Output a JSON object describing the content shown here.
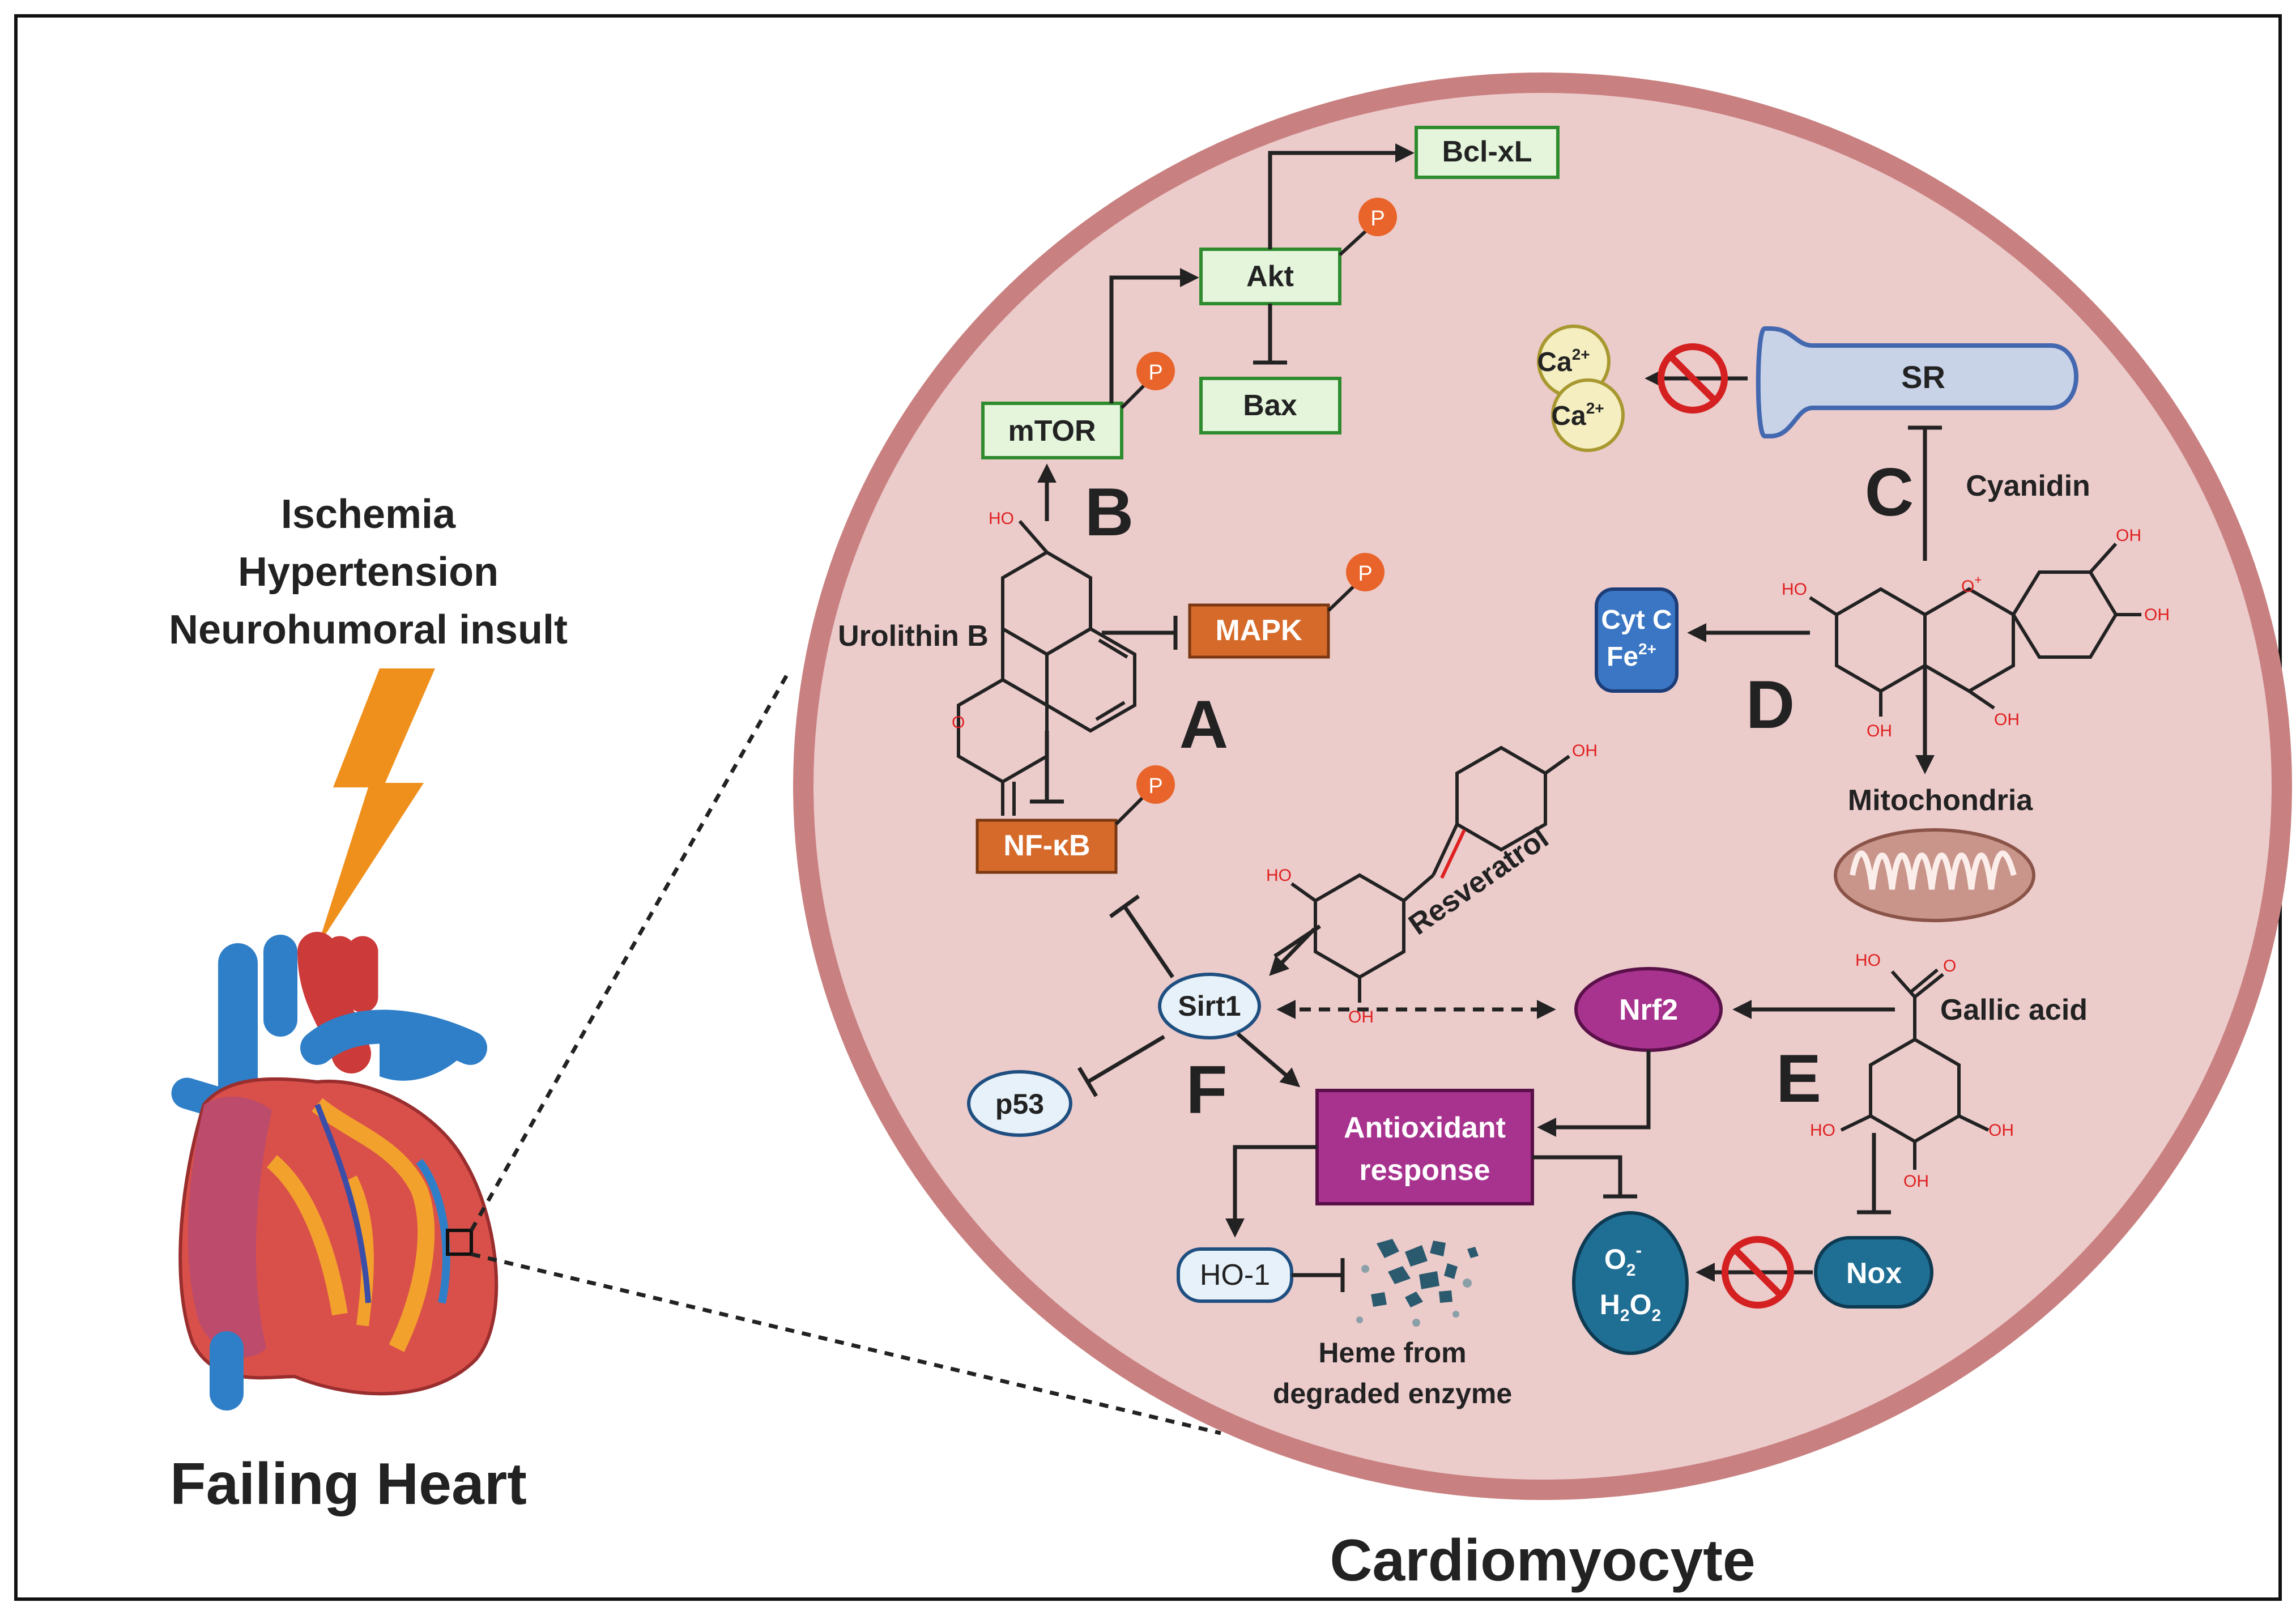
{
  "insults": [
    "Ischemia",
    "Hypertension",
    "Neurohumoral insult"
  ],
  "heart_caption": "Failing Heart",
  "cell_caption": "Cardiomyocyte",
  "section_letters": {
    "A": "A",
    "B": "B",
    "C": "C",
    "D": "D",
    "E": "E",
    "F": "F"
  },
  "nodes": {
    "bclxl": "Bcl-xL",
    "akt": "Akt",
    "bax": "Bax",
    "mtor": "mTOR",
    "mapk": "MAPK",
    "nfkb": "NF-κB",
    "sr": "SR",
    "ca1": "Ca",
    "ca2": "Ca",
    "ca_sup": "2+",
    "cytc_line1": "Cyt C",
    "cytc_line2": "Fe",
    "cytc_sup": "2+",
    "sirt1": "Sirt1",
    "nrf2": "Nrf2",
    "p53": "p53",
    "antiox_line1": "Antioxidant",
    "antiox_line2": "response",
    "ho1": "HO-1",
    "nox": "Nox",
    "ros_o": "O",
    "ros_o_sub": "2",
    "ros_o_sup": "-",
    "ros_h": "H",
    "ros_h_sub1": "2",
    "ros_o2": "O",
    "ros_h_sub2": "2",
    "phospho": "P"
  },
  "compounds": {
    "urolithin": "Urolithin B",
    "cyanidin": "Cyanidin",
    "resveratrol": "Resveratrol",
    "gallic": "Gallic acid",
    "mitochondria": "Mitochondria",
    "heme_line1": "Heme from",
    "heme_line2": "degraded enzyme"
  },
  "chem_labels": {
    "ho": "HO",
    "oh": "OH",
    "o": "O",
    "o_plus": "O",
    "plus": "+"
  },
  "colors": {
    "cell_fill": "#eccbcb",
    "cell_border": "#c98080",
    "green_box_fill": "#e4f5dc",
    "green_box_border": "#2e8b2e",
    "orange_box": "#d66a2a",
    "phospho": "#e8642a",
    "purple": "#a8338f",
    "blue_dark": "#1f6e94",
    "blue_light": "#e6f1f9",
    "sr_fill": "#c8d3e8",
    "sr_border": "#4468b0",
    "ca_fill": "#f5eec0",
    "no_sign": "#d42020",
    "bolt": "#f0901c"
  }
}
